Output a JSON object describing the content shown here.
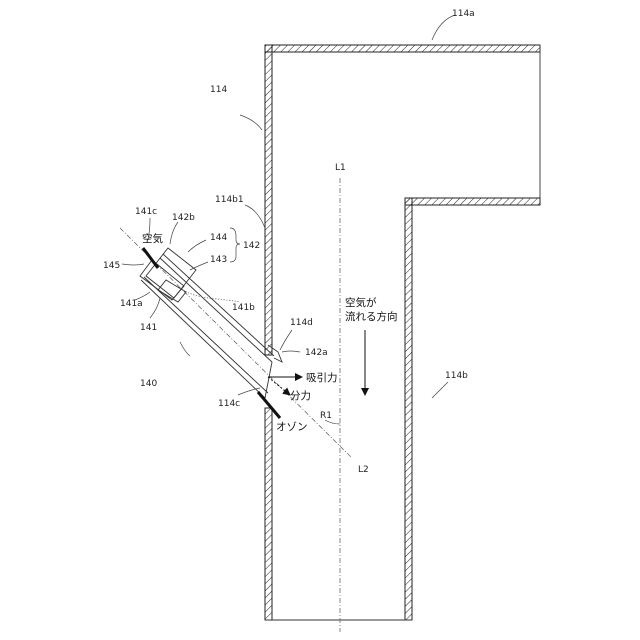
{
  "labels": {
    "l114a": "114a",
    "l114": "114",
    "l114b1": "114b1",
    "l114b": "114b",
    "l114c": "114c",
    "l114d": "114d",
    "l141c": "141c",
    "l142b": "142b",
    "l144": "144",
    "l142": "142",
    "l143": "143",
    "l145": "145",
    "l141a": "141a",
    "l141b": "141b",
    "l141": "141",
    "l142a": "142a",
    "l140": "140",
    "L1": "L1",
    "L2": "L2",
    "R1": "R1"
  },
  "annotations": {
    "air_in": "空気",
    "air_flow_line1": "空気が",
    "air_flow_line2": "流れる方向",
    "suction": "吸引力",
    "component": "分力",
    "ozone": "オゾン"
  }
}
